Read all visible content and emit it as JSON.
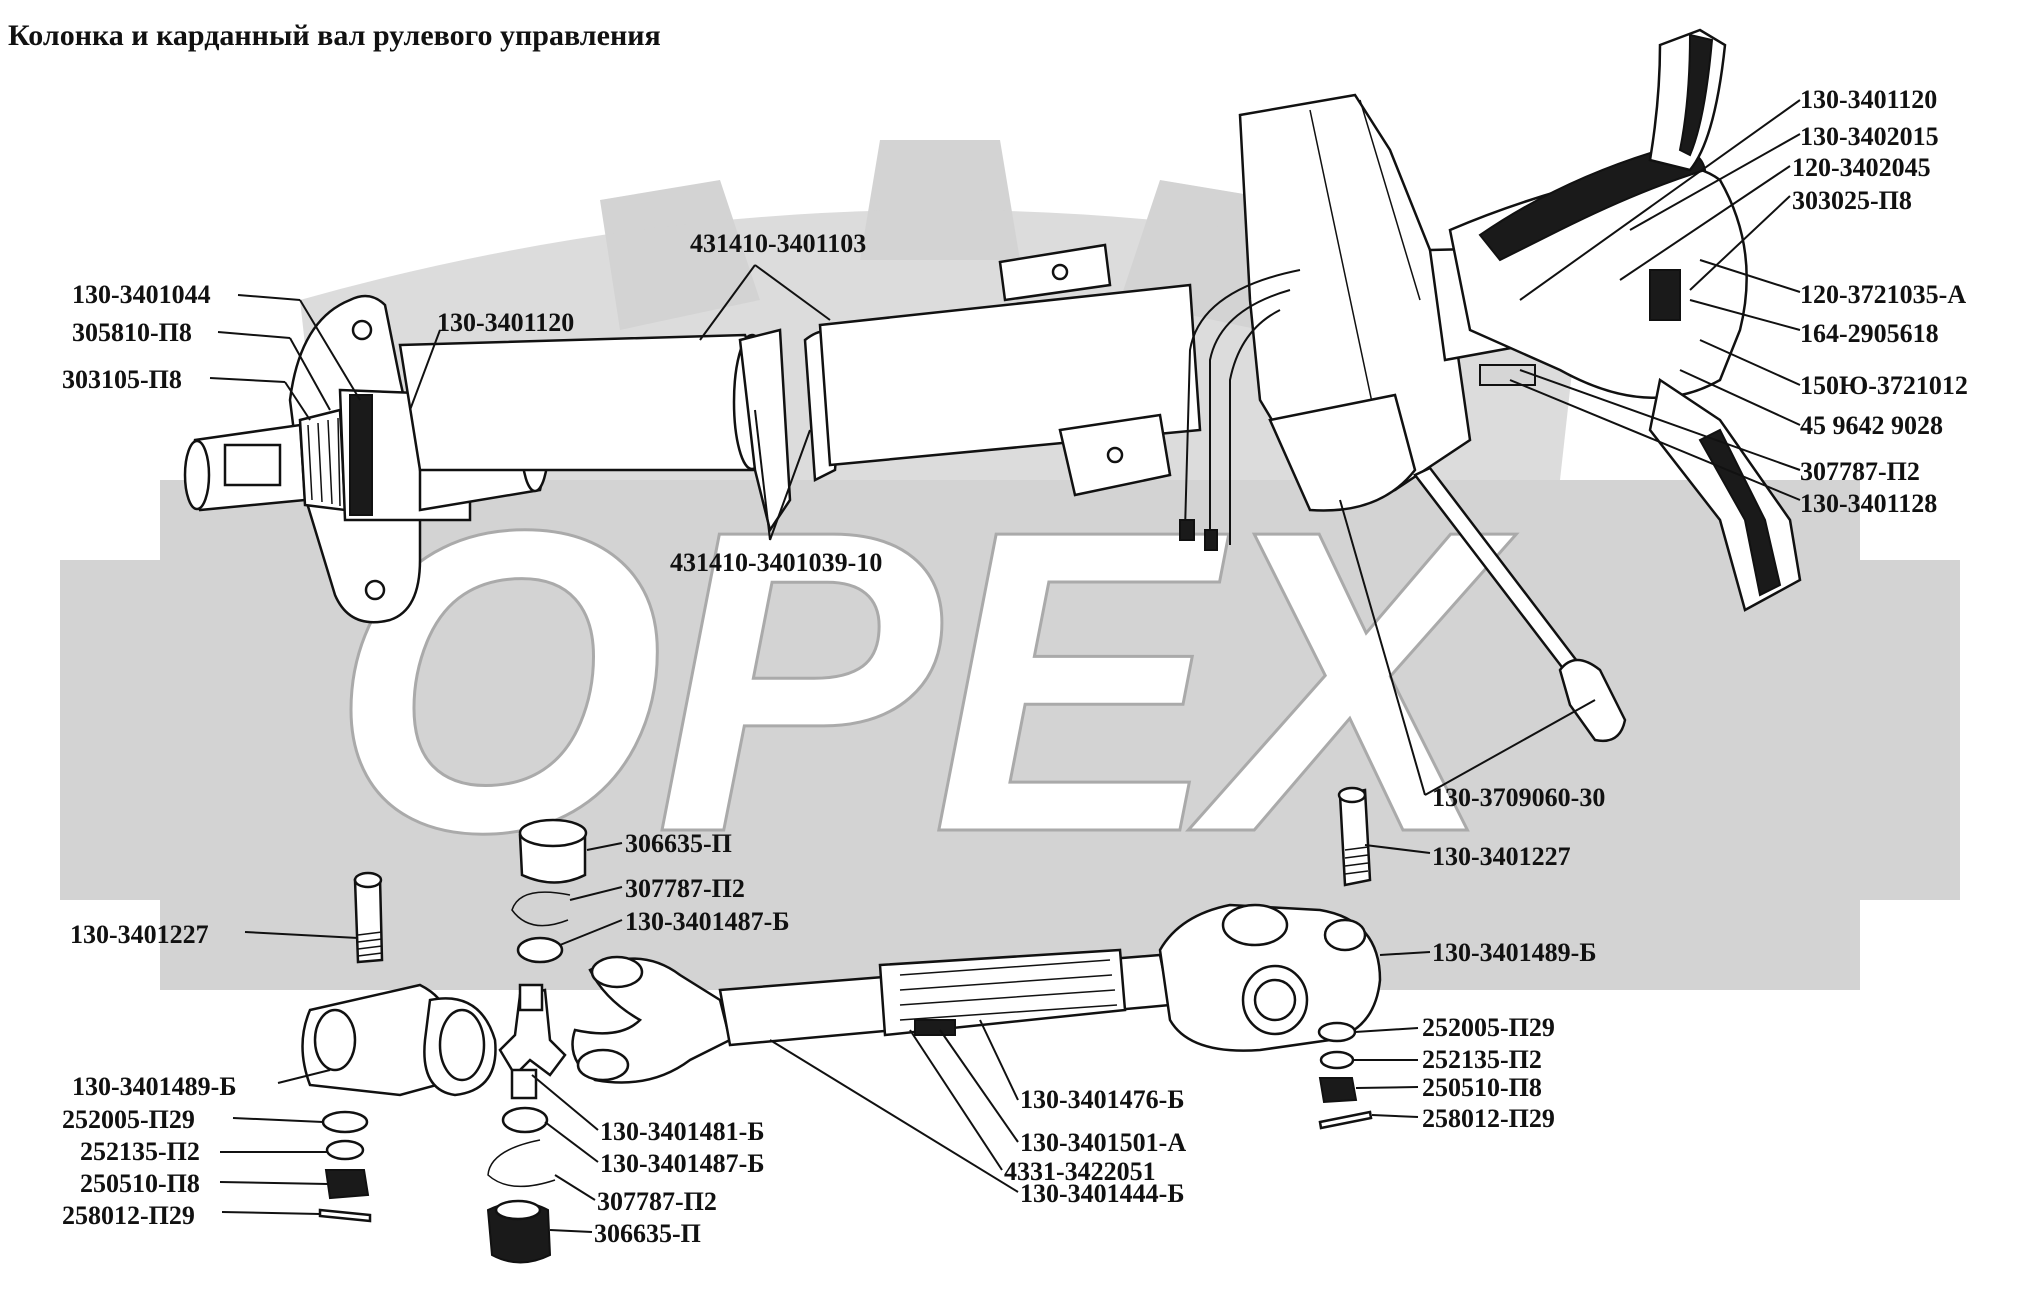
{
  "title": "Колонка и карданный вал рулевого управления",
  "watermark": "OPEX",
  "colors": {
    "ink": "#111111",
    "watermark_gray": "#d3d3d3",
    "background": "#ffffff"
  },
  "labels": [
    "130-3401120",
    "130-3402015",
    "120-3402045",
    "303025-П8",
    "120-3721035-А",
    "164-2905618",
    "150Ю-3721012",
    "45 9642 9028",
    "307787-П2",
    "130-3401128",
    "431410-3401103",
    "130-3401044",
    "305810-П8",
    "303105-П8",
    "130-3401120",
    "431410-3401039-10",
    "130-3709060-30",
    "130-3401227",
    "306635-П",
    "307787-П2",
    "130-3401487-Б",
    "130-3401227",
    "130-3401489-Б",
    "130-3401489-Б",
    "252005-П29",
    "252135-П2",
    "250510-П8",
    "258012-П29",
    "252005-П29",
    "252135-П2",
    "250510-П8",
    "258012-П29",
    "130-3401481-Б",
    "130-3401487-Б",
    "307787-П2",
    "306635-П",
    "130-3401476-Б",
    "130-3401501-А",
    "4331-3422051",
    "130-3401444-Б"
  ]
}
